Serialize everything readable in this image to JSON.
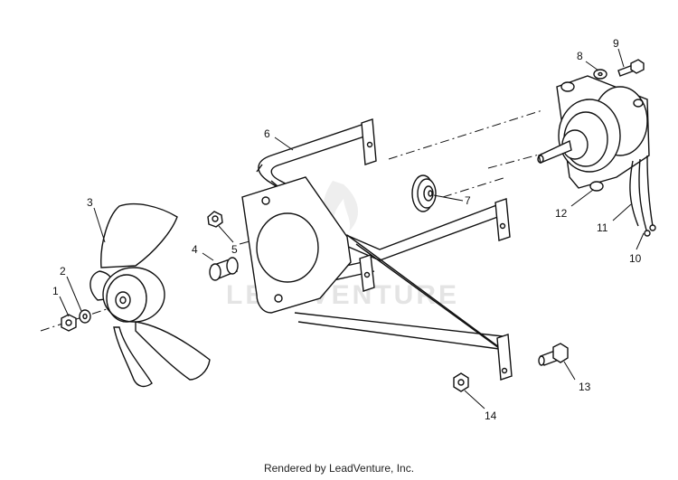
{
  "watermark": {
    "text": "LEADVENTURE"
  },
  "parts": [
    {
      "id": "1",
      "name": "nut"
    },
    {
      "id": "2",
      "name": "washer"
    },
    {
      "id": "3",
      "name": "fan-blade"
    },
    {
      "id": "4",
      "name": "spacer"
    },
    {
      "id": "5",
      "name": "nut"
    },
    {
      "id": "6",
      "name": "bracket"
    },
    {
      "id": "7",
      "name": "grommet"
    },
    {
      "id": "8",
      "name": "washer"
    },
    {
      "id": "9",
      "name": "screw"
    },
    {
      "id": "10",
      "name": "wire-lead"
    },
    {
      "id": "11",
      "name": "wire-lead"
    },
    {
      "id": "12",
      "name": "motor"
    },
    {
      "id": "13",
      "name": "bolt"
    },
    {
      "id": "14",
      "name": "nut"
    }
  ],
  "footer": {
    "text": "Rendered by LeadVenture, Inc."
  }
}
